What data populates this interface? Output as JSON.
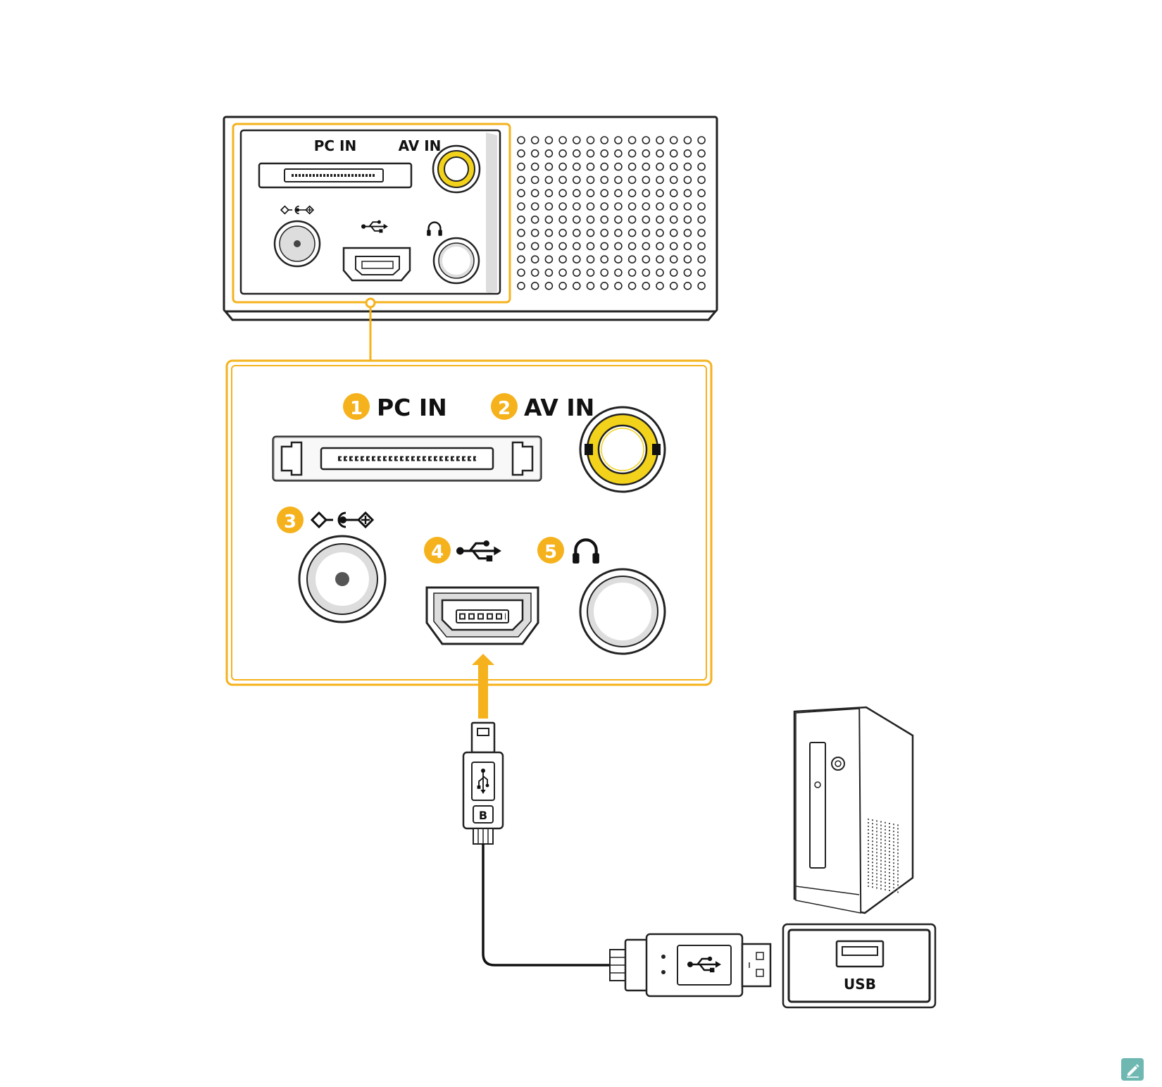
{
  "colors": {
    "accent": "#F5B21C",
    "av_ring": "#F2D21A",
    "outline": "#222222",
    "panel_gray": "#DDDDDD",
    "edit_button": "#6FB8B2"
  },
  "device_panel": {
    "pc_in_label": "PC IN",
    "av_in_label": "AV IN"
  },
  "detail_panel": {
    "ports": [
      {
        "number": "1",
        "label": "PC IN",
        "icon": "pc-in-connector-icon"
      },
      {
        "number": "2",
        "label": "AV IN",
        "icon": "av-in-jack-icon"
      },
      {
        "number": "3",
        "label": "",
        "icon": "dc-power-polarity-icon"
      },
      {
        "number": "4",
        "label": "",
        "icon": "usb-trident-icon"
      },
      {
        "number": "5",
        "label": "",
        "icon": "headphone-icon"
      }
    ]
  },
  "cable": {
    "mini_plug_letter": "B"
  },
  "computer": {
    "port_label": "USB"
  },
  "toolbar": {
    "edit_icon": "pencil-edit-icon"
  }
}
